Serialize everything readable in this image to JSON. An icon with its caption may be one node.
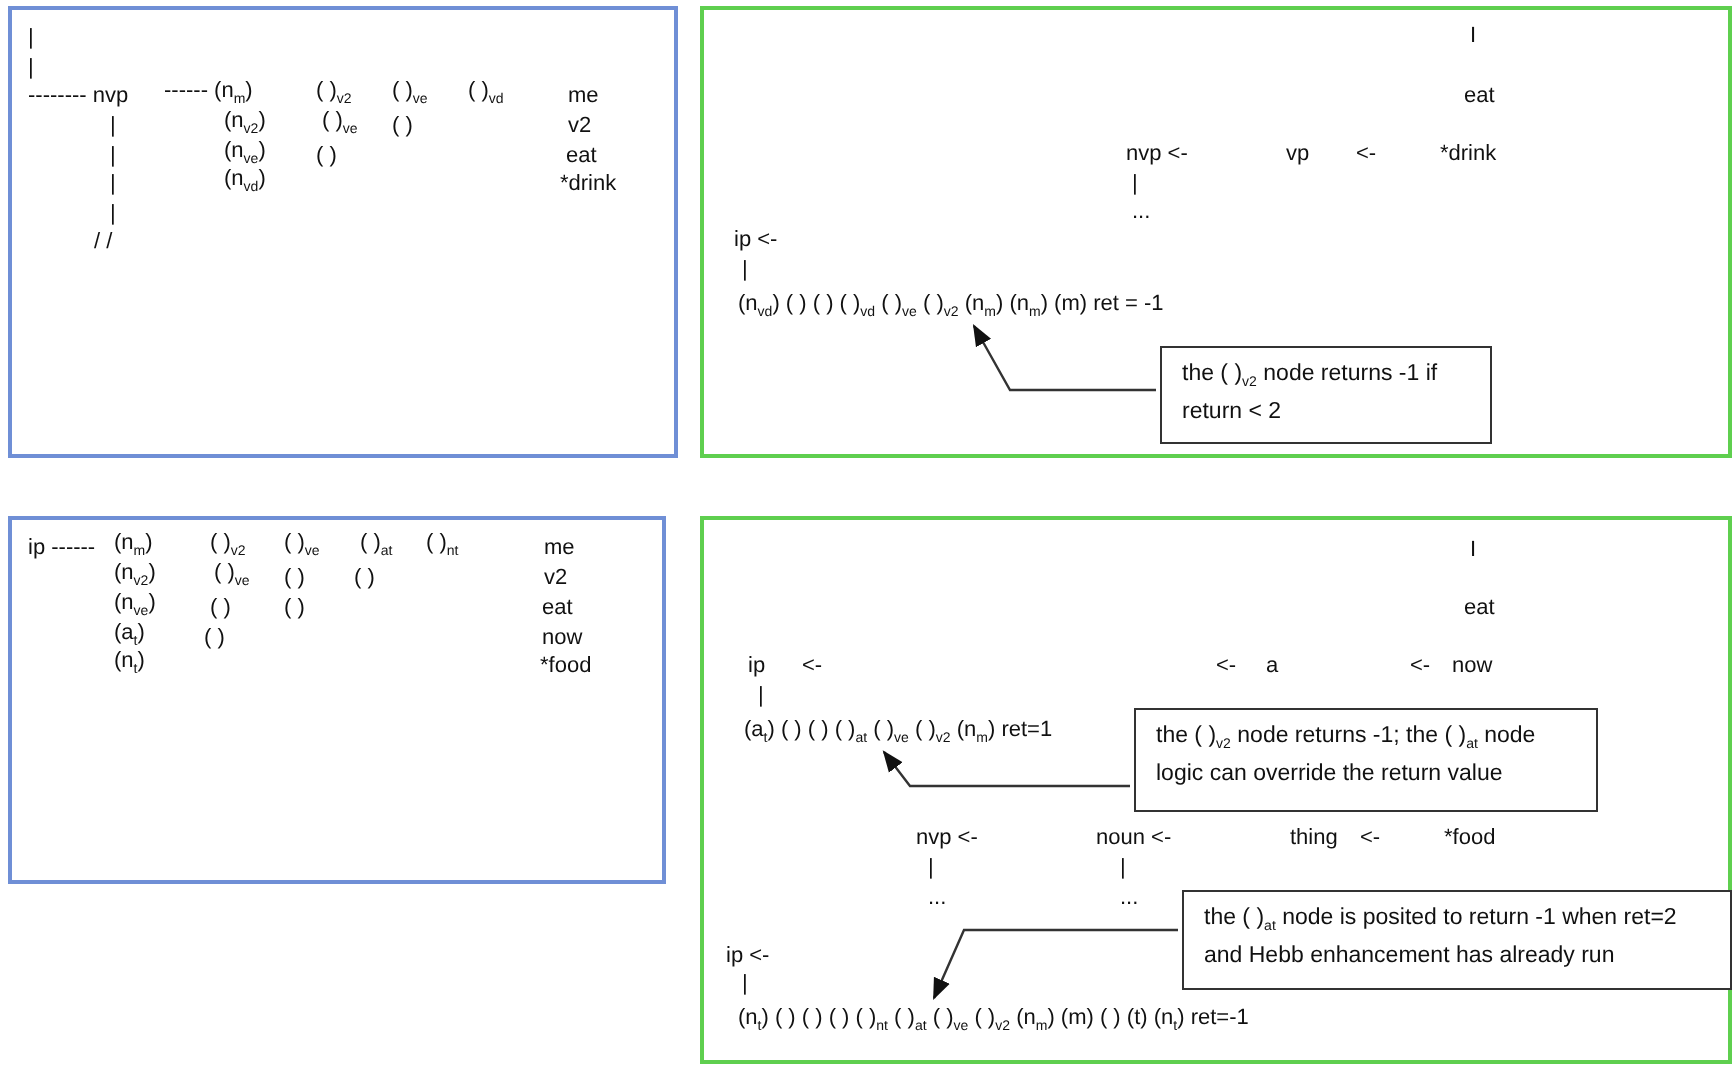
{
  "diagram": {
    "nodes": [
      {
        "text": [],
        "shape": "box"
      },
      {
        "text": [],
        "shape": "box"
      },
      {
        "text": [
          "(n$_{vd}$) ( ) ( ) ( )$_{vd}$ ( )$_{ve}$ ( )$_{v2}$ (n$_{m}$) (n$_{m}$) (m) ret = -1"
        ],
        "in": 1
      },
      {
        "text": [
          "the ( )$_{v2}$ node returns -1 if return < 2"
        ],
        "in": 1
      },
      {
        "text": [],
        "shape": "box"
      },
      {
        "text": [],
        "shape": "box"
      },
      {
        "text": [
          "(a$_{t}$) ( ) ( ) ( )$_{at}$ ( )$_{ve}$ ( )$_{v2}$ (n$_{m}$) ret=1"
        ],
        "in": 5
      },
      {
        "text": [
          "the ( )$_{v2}$ node returns -1; the ( )$_{at}$ node logic can override the return value"
        ],
        "in": 5
      },
      {
        "text": [
          "(n$_{t}$) ( ) ( ) ( ) ( )$_{nt}$ ( )$_{at}$ ( )$_{ve}$ ( )$_{v2}$ (n$_{m}$) (m) ( ) (t) (n$_{t}$) ret=-1"
        ],
        "in": 5
      },
      {
        "text": [
          "the ( )$_{at}$ node is posited to return -1 when ret=2 and Hebb enhancement has already run"
        ],
        "in": 5
      }
    ],
    "edges": [
      {
        "from": 3,
        "to": 2,
        "arrow": "to"
      },
      {
        "from": 7,
        "to": 6,
        "arrow": "to"
      },
      {
        "from": 9,
        "to": 8,
        "arrow": "to"
      }
    ],
    "labels": [
      "|",
      "|",
      "-------- nvp",
      "------ (n$_{m}$)",
      "( )$_{v2}$",
      "( )$_{ve}$",
      "( )$_{vd}$",
      "me",
      "|",
      "(n$_{v2}$)",
      "( )$_{ve}$",
      "( )",
      "v2",
      "|",
      "(n$_{ve}$)",
      "( )",
      "eat",
      "|",
      "(n$_{vd}$)",
      "*drink",
      "|",
      "/ /",
      "I",
      "eat",
      "nvp <-",
      "vp",
      "<-",
      "*drink",
      "|",
      "...",
      "ip <-",
      "|",
      "ip ------",
      "(n$_{m}$)",
      "( )$_{v2}$",
      "( )$_{ve}$",
      "( )$_{at}$",
      "( )$_{nt}$",
      "me",
      "(n$_{v2}$)",
      "( )$_{ve}$",
      "( )",
      "( )",
      "v2",
      "(n$_{ve}$)",
      "( )",
      "( )",
      "eat",
      "(a$_{t}$)",
      "( )",
      "now",
      "(n$_{t}$)",
      "*food",
      "I",
      "eat",
      "ip",
      "<-",
      "<-",
      "a",
      "<-",
      "now",
      "|",
      "nvp <-",
      "noun <-",
      "thing",
      "<-",
      "*food",
      "|",
      "|",
      "...",
      "...",
      "ip <-",
      "|"
    ]
  }
}
